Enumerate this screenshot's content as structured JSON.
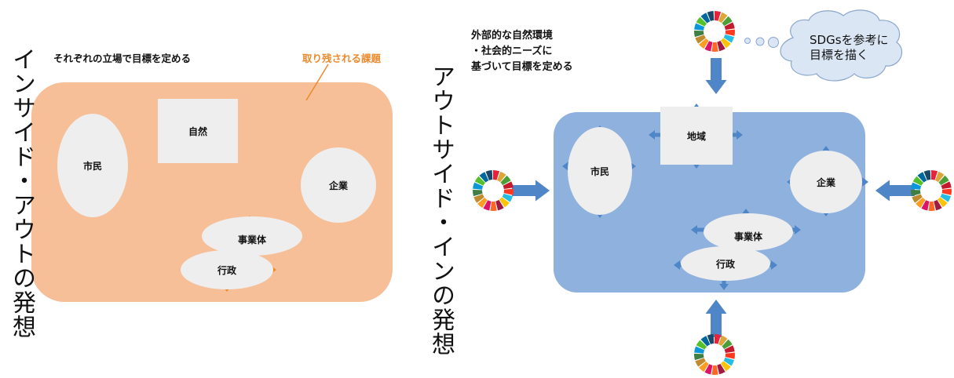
{
  "left_panel": {
    "vertical_title": "インサイド・アウトの発想",
    "caption": "それぞれの立場で目標を定める",
    "issue_label": "取り残される課題",
    "nodes": {
      "citizens": "市民",
      "nature": "自然",
      "business": "企業",
      "organization": "事業体",
      "government": "行政"
    }
  },
  "right_panel": {
    "vertical_title": "アウトサイド・インの発想",
    "caption_lines": [
      "外部的な自然環境",
      "・社会的ニーズに",
      "基づいて目標を定める"
    ],
    "thought_bubble_lines": [
      "SDGsを参考に",
      "目標を描く"
    ],
    "nodes": {
      "citizens": "市民",
      "region": "地域",
      "business": "企業",
      "organization": "事業体",
      "government": "行政"
    }
  },
  "colors": {
    "left_background": "#f7bf97",
    "right_background": "#8fb1de",
    "node_fill": "#eeeeee",
    "left_arrow": "#ec8a2b",
    "right_arrow": "#4e86c8",
    "sdg_wheel": [
      "#e5243b",
      "#dda63a",
      "#4c9f38",
      "#c5192d",
      "#ff3a21",
      "#26bde2",
      "#fcc30b",
      "#a21942",
      "#fd6925",
      "#dd1367",
      "#fd9d24",
      "#bf8b2e",
      "#3f7e44",
      "#0a97d9",
      "#56c02b",
      "#00689d",
      "#19486a"
    ]
  }
}
